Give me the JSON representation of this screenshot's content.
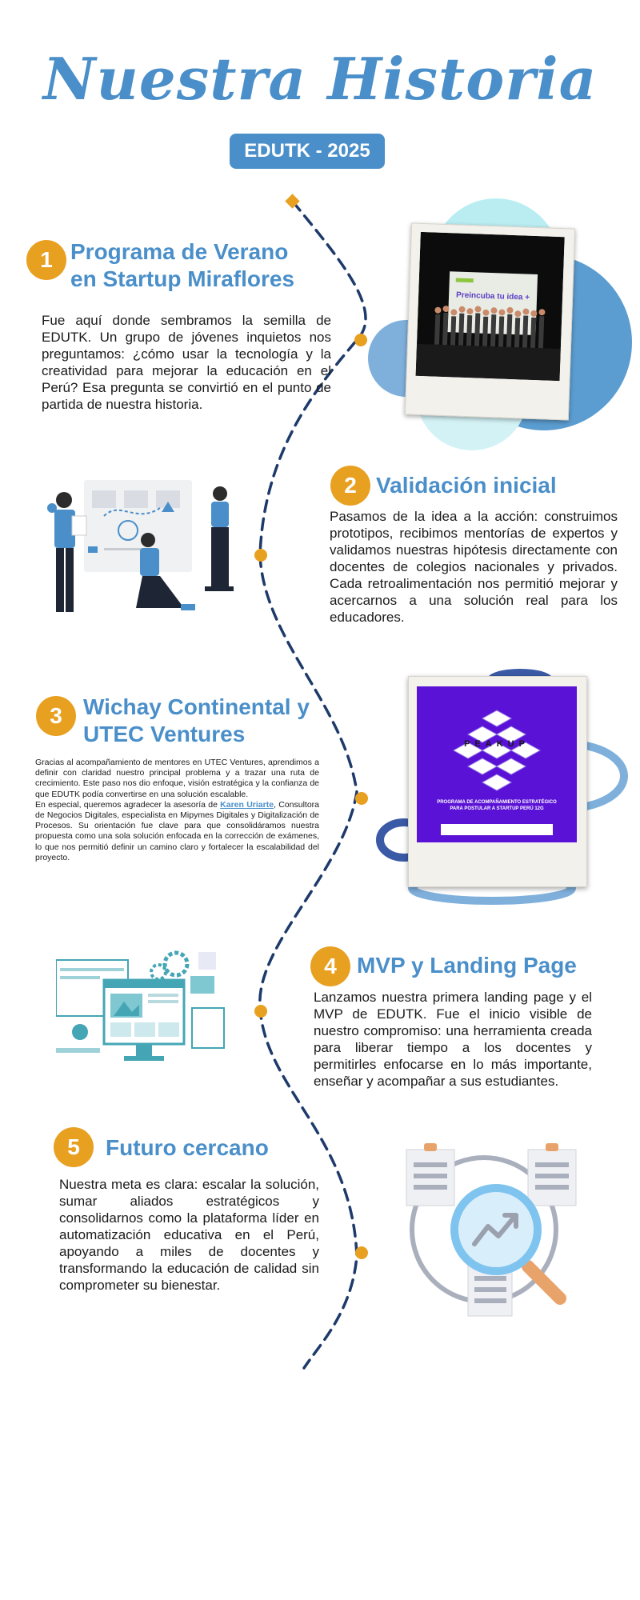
{
  "header": {
    "title": "Nuestra Historia",
    "badge": "EDUTK - 2025"
  },
  "colors": {
    "accent": "#4a8fc9",
    "marker": "#e8a021",
    "timeline": "#1d3a6b"
  },
  "steps": [
    {
      "number": "1",
      "title_line1": "Programa de Verano",
      "title_line2": "en Startup Miraflores",
      "text": "Fue aquí donde sembramos la semilla de EDUTK. Un grupo de jóvenes inquietos nos preguntamos: ¿cómo usar la tecnología y la creatividad para mejorar la educación en el Perú? Esa pregunta se convirtió en el punto de partida de nuestra historia.",
      "photo_caption": "Preincuba tu idea +"
    },
    {
      "number": "2",
      "title": "Validación inicial",
      "text": "Pasamos de la idea a la acción: construimos prototipos, recibimos mentorías de expertos y validamos nuestras hipótesis directamente con docentes de colegios nacionales y privados. Cada retroalimentación nos permitió mejorar y acercarnos a una solución real para los educadores."
    },
    {
      "number": "3",
      "title_line1": "Wichay Continental y",
      "title_line2": "UTEC Ventures",
      "text_p1": "Gracias al acompañamiento de mentores en UTEC Ventures, aprendimos a definir con claridad nuestro principal problema y a trazar una ruta de crecimiento. Este paso nos dio enfoque, visión estratégica y la confianza de que EDUTK podía convertirse en una solución escalable.",
      "text_p2_before": "En especial, queremos agradecer la asesoría de ",
      "text_p2_link": "Karen Uriarte",
      "text_p2_after": ", Consultora de Negocios Digitales, especialista en Mipymes Digitales y Digitalización de Procesos. Su orientación fue clave para que consolidáramos nuestra propuesta como una sola solución enfocada en la corrección de exámenes, lo que nos permitió definir un camino claro y fortalecer la escalabilidad del proyecto.",
      "poster_brand": "PEAKUP",
      "poster_text": "PROGRAMA DE ACOMPAÑAMIENTO ESTRATÉGICO PARA POSTULAR A STARTUP PERÚ 12G"
    },
    {
      "number": "4",
      "title": "MVP y Landing Page",
      "text": "Lanzamos nuestra primera landing page y el MVP de EDUTK. Fue el inicio visible de nuestro compromiso: una herramienta creada para liberar tiempo a los docentes y permitirles enfocarse en lo más importante, enseñar y acompañar a sus estudiantes."
    },
    {
      "number": "5",
      "title": "Futuro cercano",
      "text": "Nuestra meta es clara: escalar la solución, sumar aliados estratégicos y consolidarnos como la plataforma líder en automatización educativa en el Perú, apoyando a miles de docentes y transformando la educación de calidad sin comprometer su bienestar."
    }
  ]
}
